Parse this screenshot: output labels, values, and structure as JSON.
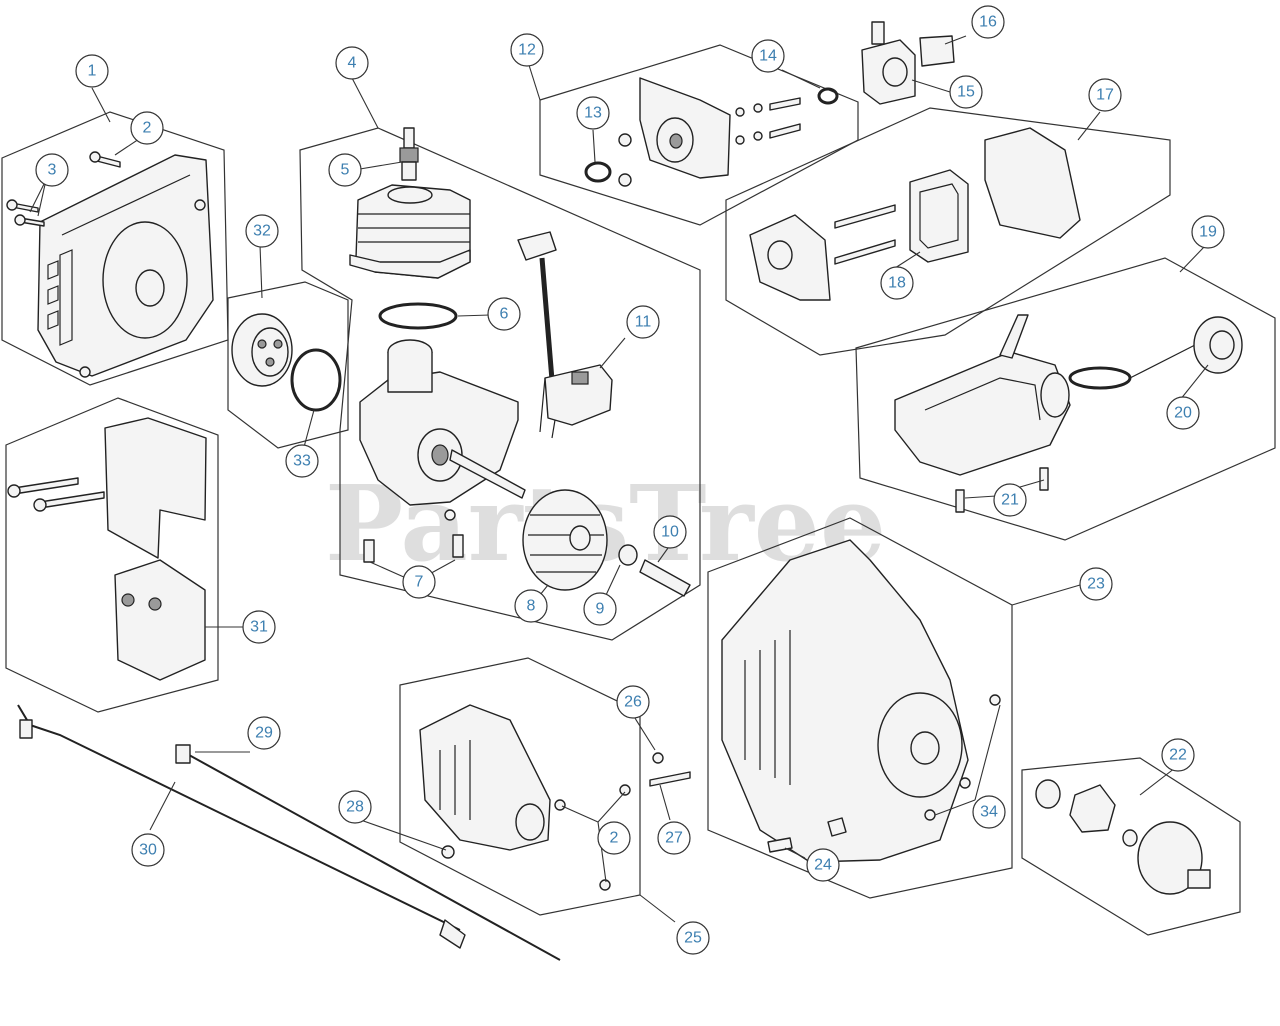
{
  "watermark": "PartsTree",
  "callouts": [
    {
      "id": "1",
      "label": "1"
    },
    {
      "id": "2a",
      "label": "2"
    },
    {
      "id": "3",
      "label": "3"
    },
    {
      "id": "4",
      "label": "4"
    },
    {
      "id": "5",
      "label": "5"
    },
    {
      "id": "6",
      "label": "6"
    },
    {
      "id": "7",
      "label": "7"
    },
    {
      "id": "8",
      "label": "8"
    },
    {
      "id": "9",
      "label": "9"
    },
    {
      "id": "10",
      "label": "10"
    },
    {
      "id": "11",
      "label": "11"
    },
    {
      "id": "12",
      "label": "12"
    },
    {
      "id": "13",
      "label": "13"
    },
    {
      "id": "14",
      "label": "14"
    },
    {
      "id": "15",
      "label": "15"
    },
    {
      "id": "16",
      "label": "16"
    },
    {
      "id": "17",
      "label": "17"
    },
    {
      "id": "18",
      "label": "18"
    },
    {
      "id": "19",
      "label": "19"
    },
    {
      "id": "20",
      "label": "20"
    },
    {
      "id": "21",
      "label": "21"
    },
    {
      "id": "22",
      "label": "22"
    },
    {
      "id": "23",
      "label": "23"
    },
    {
      "id": "24",
      "label": "24"
    },
    {
      "id": "25",
      "label": "25"
    },
    {
      "id": "26",
      "label": "26"
    },
    {
      "id": "27",
      "label": "27"
    },
    {
      "id": "28",
      "label": "28"
    },
    {
      "id": "29",
      "label": "29"
    },
    {
      "id": "30",
      "label": "30"
    },
    {
      "id": "31",
      "label": "31"
    },
    {
      "id": "32",
      "label": "32"
    },
    {
      "id": "33",
      "label": "33"
    },
    {
      "id": "34",
      "label": "34"
    },
    {
      "id": "2b",
      "label": "2"
    }
  ]
}
